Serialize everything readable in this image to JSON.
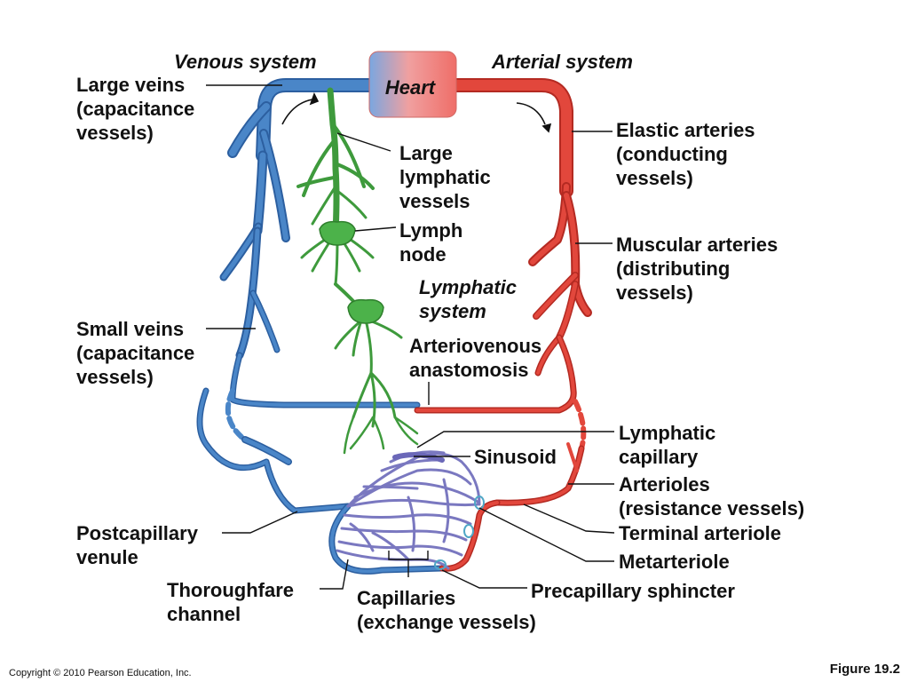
{
  "labels": {
    "venous_system": "Venous system",
    "arterial_system": "Arterial system",
    "heart": "Heart",
    "large_veins": [
      "Large veins",
      "(capacitance",
      "vessels)"
    ],
    "large_lymphatic_vessels": [
      "Large",
      "lymphatic",
      "vessels"
    ],
    "lymph_node": [
      "Lymph",
      "node"
    ],
    "lymphatic_system": [
      "Lymphatic",
      "system"
    ],
    "elastic_arteries": [
      "Elastic arteries",
      "(conducting",
      "vessels)"
    ],
    "muscular_arteries": [
      "Muscular arteries",
      "(distributing",
      "vessels)"
    ],
    "small_veins": [
      "Small veins",
      "(capacitance",
      "vessels)"
    ],
    "arteriovenous_anastomosis": [
      "Arteriovenous",
      "anastomosis"
    ],
    "lymphatic_capillary": [
      "Lymphatic",
      "capillary"
    ],
    "sinusoid": "Sinusoid",
    "arterioles": [
      "Arterioles",
      "(resistance vessels)"
    ],
    "terminal_arteriole": "Terminal arteriole",
    "metarteriole": "Metarteriole",
    "postcapillary_venule": [
      "Postcapillary",
      "venule"
    ],
    "precapillary_sphincter": "Precapillary sphincter",
    "thoroughfare_channel": [
      "Thoroughfare",
      "channel"
    ],
    "capillaries": [
      "Capillaries",
      "(exchange vessels)"
    ]
  },
  "footer": {
    "copyright": "Copyright © 2010 Pearson Education, Inc.",
    "figure": "Figure 19.2"
  },
  "colors": {
    "vein": "#4a86c8",
    "artery": "#e2473c",
    "lymph": "#4cb24a",
    "capillary": "#7a78c0"
  }
}
